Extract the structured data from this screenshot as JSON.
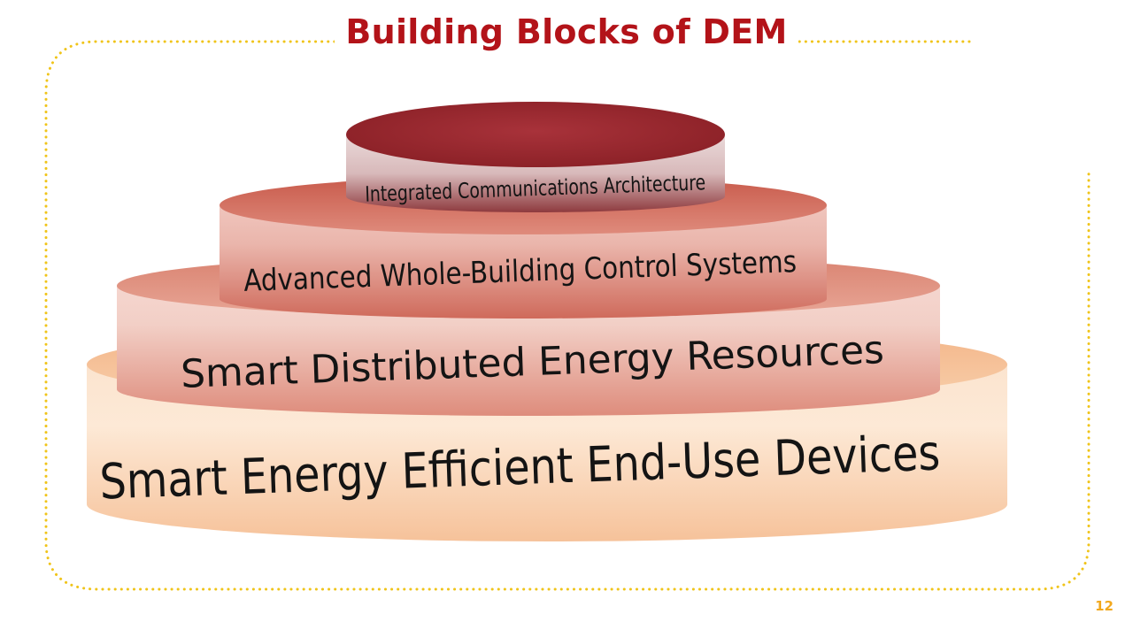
{
  "slide": {
    "title": "Building Blocks of DEM",
    "page_number": "12"
  },
  "pyramid": {
    "tiers": [
      {
        "label": "Integrated Communications Architecture",
        "color": "#9b2a2e"
      },
      {
        "label": "Advanced Whole-Building Control Systems",
        "color": "#d46a5c"
      },
      {
        "label": "Smart Distributed Energy Resources",
        "color": "#e29584"
      },
      {
        "label": "Smart Energy Efficient End-Use Devices",
        "color": "#f6c9a4"
      }
    ]
  },
  "colors": {
    "title": "#b31319",
    "frame_dots": "#f0c419",
    "page_number": "#f2a81d"
  }
}
